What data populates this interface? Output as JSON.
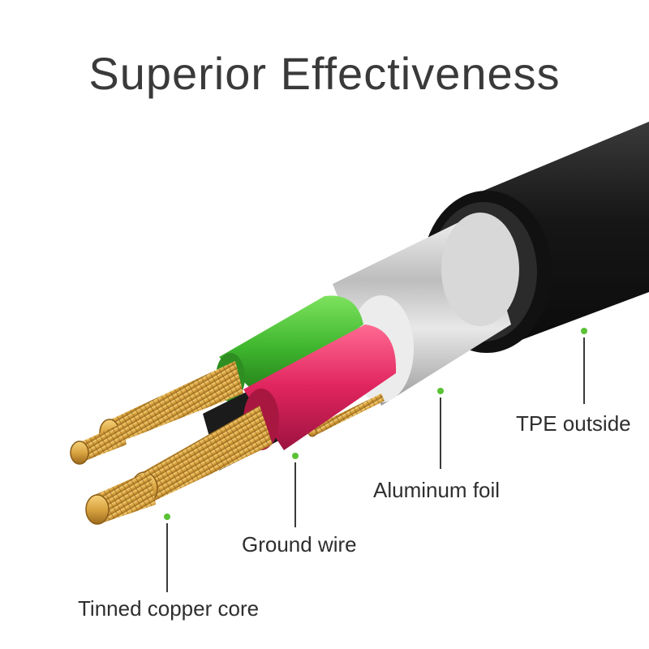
{
  "header": {
    "title": "Superior Effectiveness"
  },
  "callouts": {
    "tpe": "TPE outside",
    "foil": "Aluminum foil",
    "ground": "Ground wire",
    "core": "Tinned copper core"
  },
  "colors": {
    "jacket": "#1c1c1c",
    "foil": "#c9c9c9",
    "green_insulation": "#3fb72f",
    "red_insulation": "#e0245e",
    "copper": "#d9a441",
    "callout_dot": "#5bc236",
    "callout_line": "#3a3a3a"
  }
}
